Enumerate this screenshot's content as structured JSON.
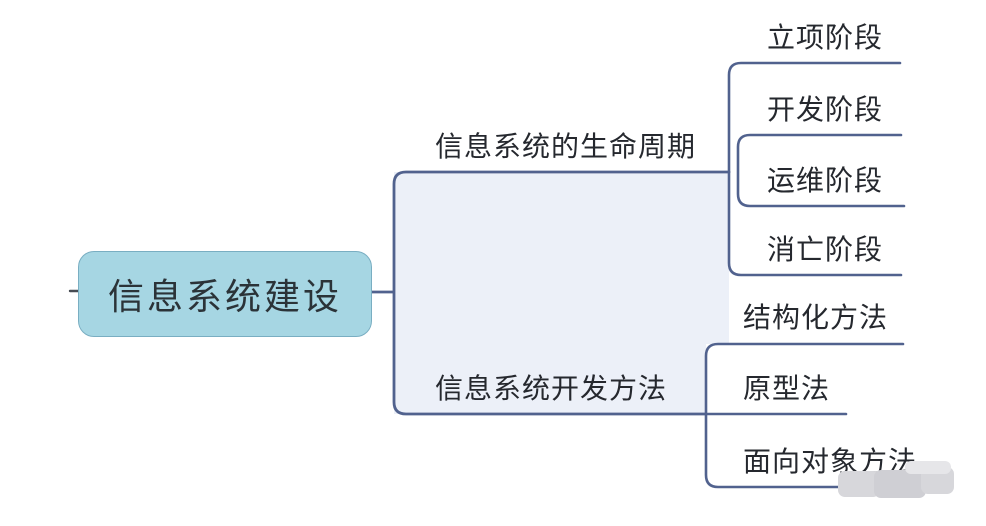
{
  "root": {
    "label": "信息系统建设"
  },
  "branches": [
    {
      "label": "信息系统的生命周期",
      "children": [
        {
          "label": "立项阶段"
        },
        {
          "label": "开发阶段"
        },
        {
          "label": "运维阶段"
        },
        {
          "label": "消亡阶段"
        }
      ]
    },
    {
      "label": "信息系统开发方法",
      "children": [
        {
          "label": "结构化方法"
        },
        {
          "label": "原型法"
        },
        {
          "label": "面向对象方法"
        }
      ]
    }
  ],
  "colors": {
    "line": "#51628e",
    "text": "#25282e",
    "root_fill": "#a6d6e3",
    "root_border": "#79aec2",
    "root_text": "#2b3338",
    "group_fill": "#ecf0f8",
    "wm_gray": "#d7d7db",
    "wm_gray_dark": "#cfcfd4",
    "wm_gray_light": "#e6e6e9",
    "stub_dark": "#464b52"
  }
}
